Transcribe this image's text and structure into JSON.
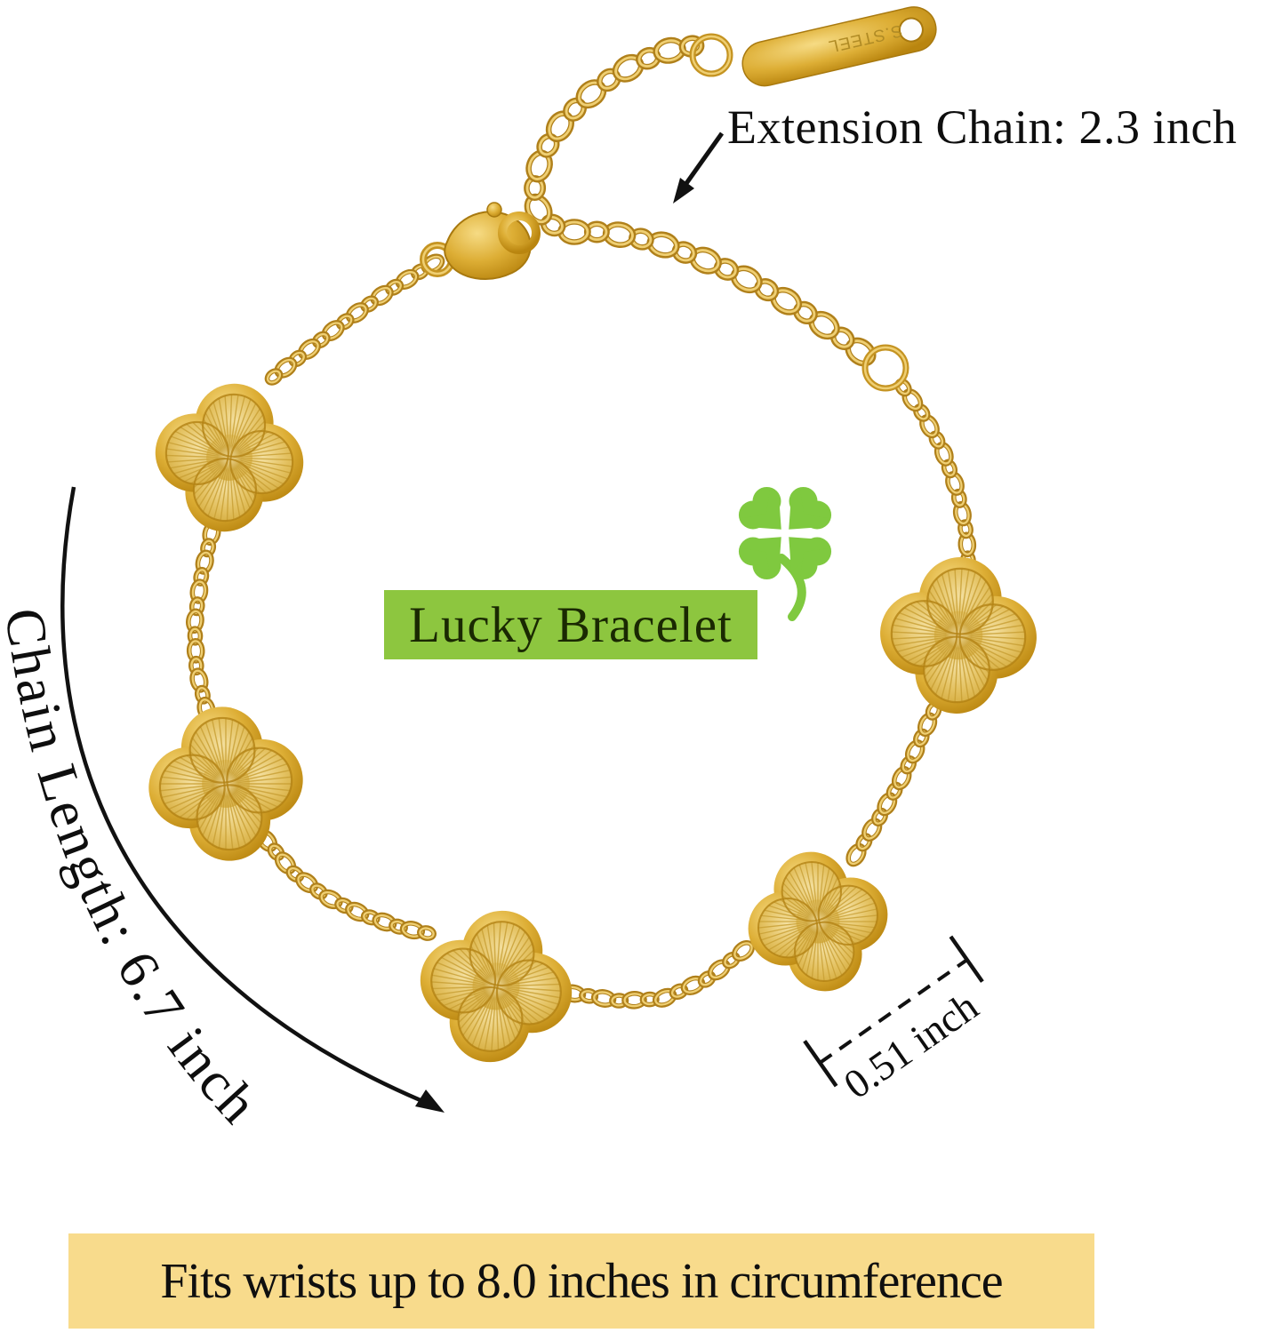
{
  "labels": {
    "extension_chain": "Extension Chain: 2.3 inch",
    "chain_length": "Chain Length: 6.7 inch",
    "badge": "Lucky Bracelet",
    "charm_size": "0.51 inch",
    "fit_note": "Fits wrists up to 8.0 inches in circumference",
    "tag_engraving": "S.STEEL"
  },
  "colors": {
    "gold_mid": "#CFA02F",
    "gold_dark": "#B0801A",
    "gold_light": "#EFCF73",
    "rim_gold": "#C8941C",
    "face_gold": "#E6C363",
    "badge_green": "#8DC63F",
    "clover_green": "#7FC93F",
    "banner_yellow": "#F8DB8C",
    "annotation_black": "#111111"
  }
}
